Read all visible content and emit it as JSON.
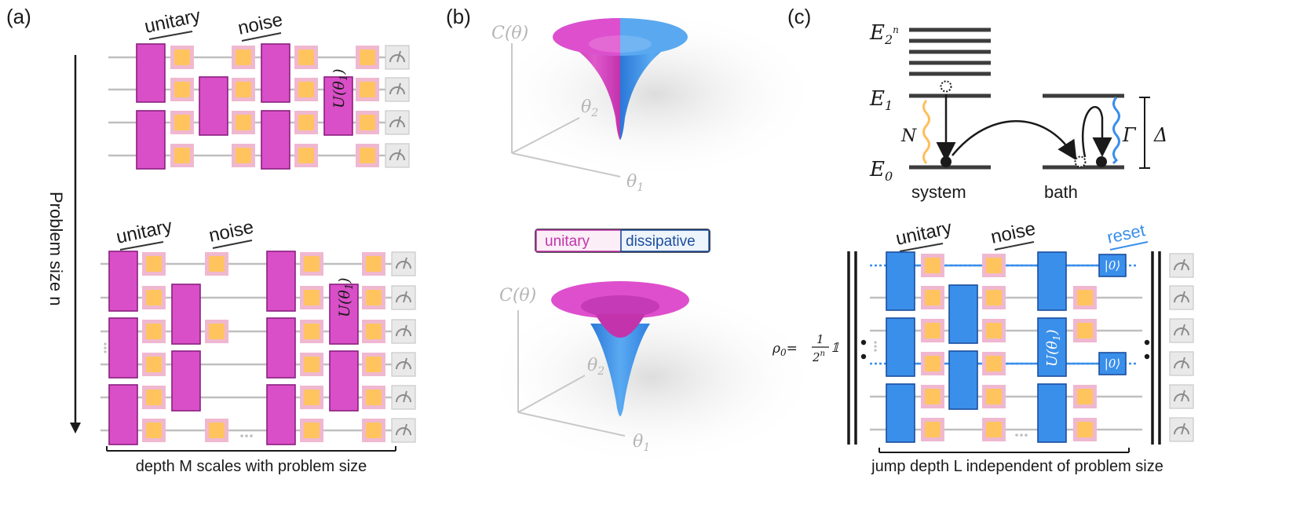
{
  "panels": {
    "a": {
      "tag": "(a)",
      "unitary_label": "unitary",
      "noise_label": "noise",
      "gate_label": "U(θ",
      "gate_sub": "1",
      "gate_close": ")",
      "axis_label": "Problem size n",
      "depth_label": "depth M scales with problem size",
      "ellipsis": "..."
    },
    "b": {
      "tag": "(b)",
      "cost_label": "C(θ)",
      "theta1": "θ",
      "theta1_sub": "1",
      "theta2": "θ",
      "theta2_sub": "2",
      "legend": {
        "unitary": "unitary",
        "dissipative": "dissipative"
      }
    },
    "c": {
      "tag": "(c)",
      "levels": {
        "e2n": "E",
        "e2n_sub": "2",
        "e2n_sup": "n",
        "e1": "E",
        "e1_sub": "1",
        "e0": "E",
        "e0_sub": "0"
      },
      "noise_rate": "N",
      "decay_rate": "Γ",
      "gap": "Δ",
      "system_label": "system",
      "bath_label": "bath",
      "unitary_label": "unitary",
      "noise_label": "noise",
      "reset_label": "reset",
      "reset_ket": "|0⟩",
      "gate_label": "U(θ",
      "gate_sub": "1",
      "gate_close": ")",
      "rho_lhs": "ρ",
      "rho_sub": "0",
      "rho_eq": "=",
      "rho_num": "1",
      "rho_den": "2",
      "rho_den_sup": "n",
      "rho_id": "𝟙",
      "depth_label": "jump depth L independent of problem size",
      "ellipsis": "..."
    }
  },
  "colors": {
    "unitary": "#d94fc7",
    "dissipative": "#3a8fea",
    "noise_fill": "#ffc45e",
    "noise_border": "#f0b8d0",
    "wire": "#bfbfbf"
  }
}
